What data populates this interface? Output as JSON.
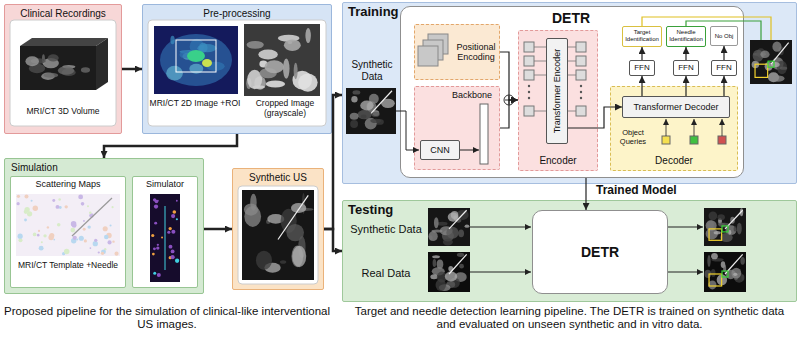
{
  "diagram": {
    "nodes": [
      {
        "text": [
          "Clinical Recordings",
          "MRI/CT 3D Volume"
        ]
      },
      {
        "text": [
          "Pre-processing",
          "MRI/CT 2D Image +ROI",
          "Cropped Image (grayscale)"
        ]
      },
      {
        "text": [
          "Simulation"
        ]
      },
      {
        "text": [
          "Scattering Maps",
          "MRI/CT Template +Needle"
        ],
        "in": 2
      },
      {
        "text": [
          "Simulator"
        ],
        "in": 2
      },
      {
        "text": [
          "Synthetic US"
        ]
      },
      {
        "text": [
          "Training",
          "Synthetic Data"
        ]
      },
      {
        "text": [
          "DETR"
        ],
        "in": 6
      },
      {
        "text": [
          "Positional Encoding"
        ],
        "in": 7
      },
      {
        "text": [
          "Backbone"
        ],
        "in": 7
      },
      {
        "text": [
          "CNN"
        ],
        "in": 9
      },
      {
        "text": [
          "Encoder"
        ],
        "in": 7
      },
      {
        "text": [
          "Transformer Encoder"
        ],
        "in": 11
      },
      {
        "text": [
          "Decoder",
          "Object Queries"
        ],
        "in": 7
      },
      {
        "text": [
          "Transformer Decoder"
        ],
        "in": 13
      },
      {
        "text": [
          "FFN"
        ],
        "in": 7
      },
      {
        "text": [
          "FFN"
        ],
        "in": 7
      },
      {
        "text": [
          "FFN"
        ],
        "in": 7
      },
      {
        "text": [
          "Target Identification"
        ],
        "in": 7
      },
      {
        "text": [
          "Needle Identification"
        ],
        "in": 7
      },
      {
        "text": [
          "No Obj"
        ],
        "in": 7
      },
      {
        "text": [
          "Testing",
          "Synthetic Data",
          "Real Data"
        ]
      },
      {
        "text": [
          "DETR"
        ],
        "in": 21
      }
    ],
    "edges": [
      {
        "from": 0,
        "to": 1,
        "arrow": "to"
      },
      {
        "from": 1,
        "to": 2,
        "arrow": "to"
      },
      {
        "from": 2,
        "to": 5,
        "arrow": "to"
      },
      {
        "from": 5,
        "to": 6,
        "arrow": "to"
      },
      {
        "from": 5,
        "to": 21,
        "arrow": "to"
      },
      {
        "from": 8,
        "to": 11,
        "arrow": "to"
      },
      {
        "from": 9,
        "to": 11,
        "arrow": "to"
      },
      {
        "from": 12,
        "to": 14,
        "arrow": "to"
      },
      {
        "from": 14,
        "to": 15,
        "arrow": "to"
      },
      {
        "from": 14,
        "to": 16,
        "arrow": "to"
      },
      {
        "from": 14,
        "to": 17,
        "arrow": "to"
      },
      {
        "from": 15,
        "to": 18,
        "arrow": "to"
      },
      {
        "from": 16,
        "to": 19,
        "arrow": "to"
      },
      {
        "from": 17,
        "to": 20,
        "arrow": "to"
      },
      {
        "from": 7,
        "to": 22,
        "label": "Trained Model",
        "arrow": "to"
      }
    ],
    "labels": [
      "Proposed pipeline for the simulation of clinical-like interventional US images.",
      "Target and needle detection learning pipeline. The DETR is trained on synthetic data and evaluated on unseen synthetic and in vitro data."
    ]
  }
}
